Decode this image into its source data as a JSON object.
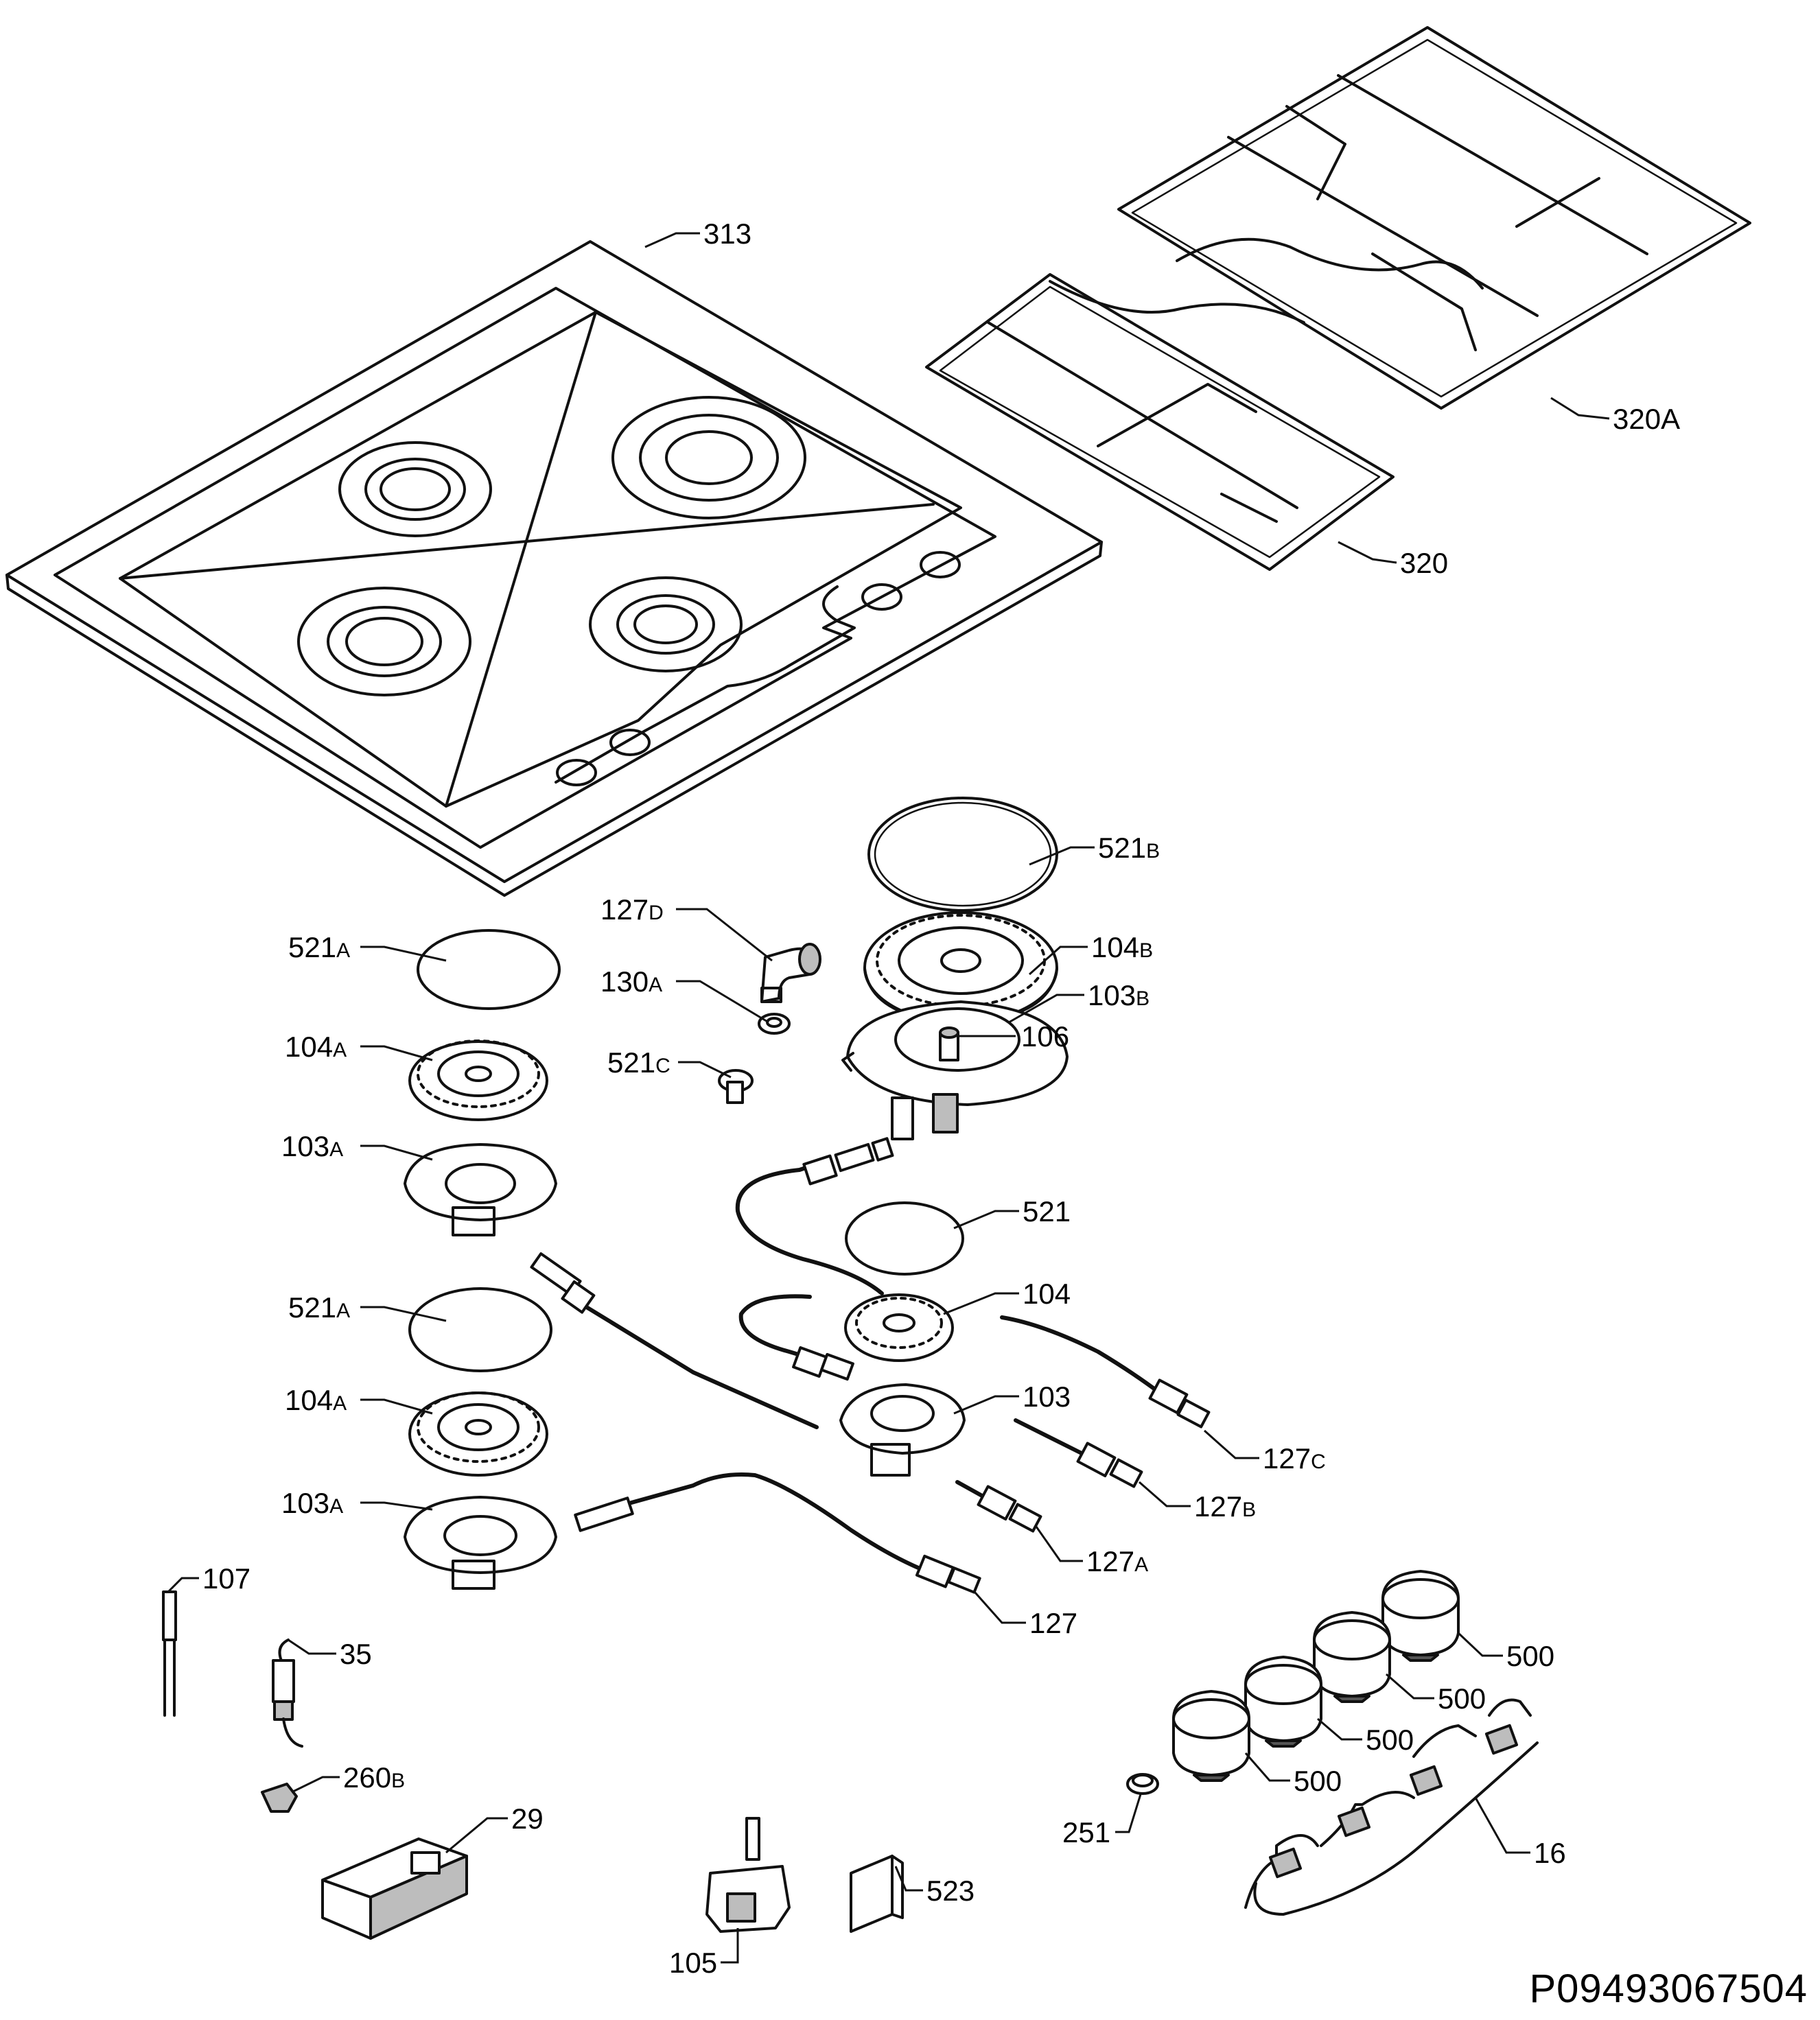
{
  "document": {
    "number": "P09493067504"
  },
  "callouts": {
    "hob_top": "313",
    "grid_right": "320A",
    "grid_left": "320",
    "cap_521b": {
      "main": "521",
      "sub": "B"
    },
    "elbow_127d": {
      "main": "127",
      "sub": "D"
    },
    "burner_104b": {
      "main": "104",
      "sub": "B"
    },
    "washer_130a": {
      "main": "130",
      "sub": "A"
    },
    "base_103b": {
      "main": "103",
      "sub": "B"
    },
    "injector_106": "106",
    "cap_521a_top": {
      "main": "521",
      "sub": "A"
    },
    "plug_521c": {
      "main": "521",
      "sub": "C"
    },
    "burner_104a_top": {
      "main": "104",
      "sub": "A"
    },
    "base_103a_top": {
      "main": "103",
      "sub": "A"
    },
    "cap_521": "521",
    "burner_104": "104",
    "cap_521a_bottom": {
      "main": "521",
      "sub": "A"
    },
    "burner_104a_bottom": {
      "main": "104",
      "sub": "A"
    },
    "base_103": "103",
    "pipe_127c": {
      "main": "127",
      "sub": "C"
    },
    "base_103a_bottom": {
      "main": "103",
      "sub": "A"
    },
    "pipe_127b": {
      "main": "127",
      "sub": "B"
    },
    "pipe_127a": {
      "main": "127",
      "sub": "A"
    },
    "thermocouple_107": "107",
    "pipe_127": "127",
    "electrode_35": "35",
    "knob_1": "500",
    "knob_2": "500",
    "knob_3": "500",
    "knob_4": "500",
    "clip_260b": {
      "main": "260",
      "sub": "B"
    },
    "ignition_29": "29",
    "spring_251": "251",
    "microswitch_16": "16",
    "bracket_523": "523",
    "valve_105": "105"
  }
}
